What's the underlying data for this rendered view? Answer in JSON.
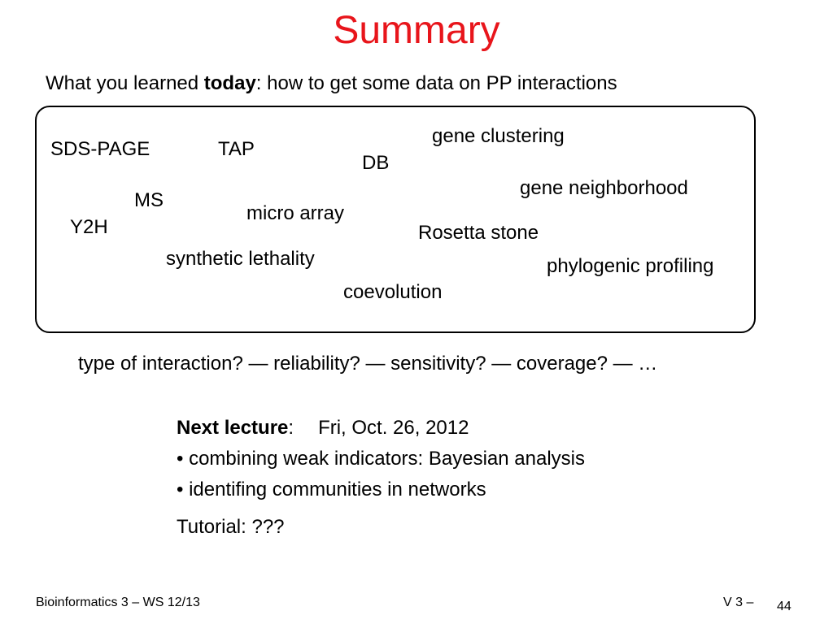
{
  "slide": {
    "title": "Summary",
    "title_color": "#e8151b",
    "intro": {
      "prefix": "What you learned ",
      "emphasis": "today",
      "suffix": ":  how to get some data on PP interactions"
    },
    "methods": {
      "sds_page": "SDS-PAGE",
      "tap": "TAP",
      "db": "DB",
      "gene_clustering": "gene clustering",
      "gene_neighborhood": "gene neighborhood",
      "ms": "MS",
      "micro_array": "micro array",
      "y2h": "Y2H",
      "rosetta_stone": "Rosetta stone",
      "synthetic_lethality": "synthetic lethality",
      "phylogenic_profiling": "phylogenic profiling",
      "coevolution": "coevolution"
    },
    "questions": "type of interaction? — reliability? — sensitivity? — coverage? — …",
    "next_lecture": {
      "label": "Next lecture",
      "colon": ":",
      "date": "Fri, Oct. 26, 2012",
      "bullets": [
        "• combining weak indicators:  Bayesian analysis",
        "• identifing communities in networks"
      ]
    },
    "tutorial": "Tutorial:  ???"
  },
  "footer": {
    "course": "Bioinformatics 3 – WS 12/13",
    "chapter": "V 3  –",
    "page": "44"
  }
}
